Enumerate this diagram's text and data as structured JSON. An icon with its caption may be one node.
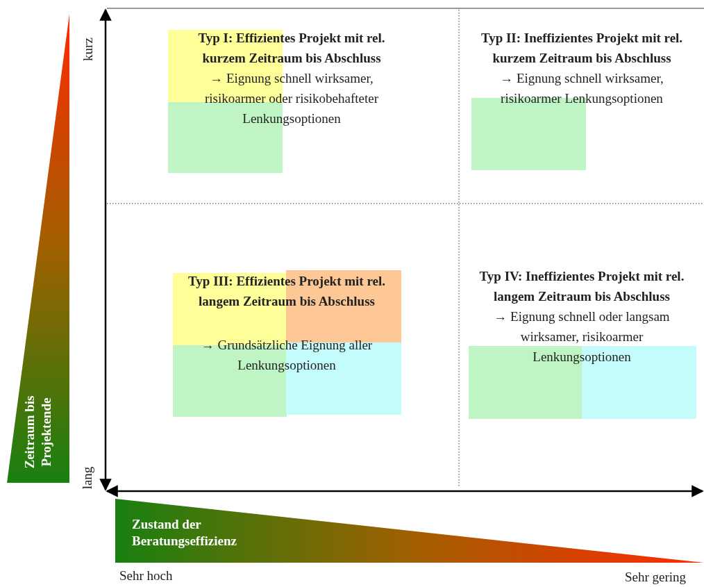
{
  "diagram": {
    "nodes": [
      {
        "text": [
          "Typ I: Effizientes Projekt mit rel. kurzem Zeitraum bis Abschluss",
          "→ Eignung schnell wirksamer, risikoarmer oder risikobehafteter Lenkungsoptionen"
        ]
      },
      {
        "text": [
          "Typ II: Ineffizientes Projekt mit rel. kurzem Zeitraum bis Abschluss",
          "→ Eignung schnell wirksamer, risikoarmer Lenkungsoptionen"
        ]
      },
      {
        "text": [
          "Typ III: Effizientes Projekt mit rel. langem Zeitraum bis Abschluss",
          "→ Grundsätzliche Eignung aller Lenkungsoptionen"
        ]
      },
      {
        "text": [
          "Typ IV: Ineffizientes Projekt mit rel. langem Zeitraum bis Abschluss",
          "→ Eignung schnell oder langsam wirksamer, risikoarmer Lenkungsoptionen"
        ]
      }
    ],
    "edges": [],
    "labels": [
      "kurz",
      "lang",
      "Zeitraum bis Projektende",
      "Zustand der Beratungseffizienz",
      "Sehr hoch",
      "Sehr gering"
    ]
  }
}
